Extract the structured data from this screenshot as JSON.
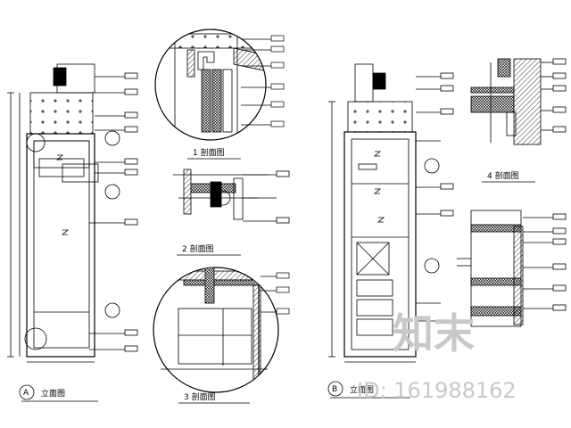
{
  "drawing": {
    "view_a": {
      "number": "A",
      "title": "立面图"
    },
    "view_b": {
      "number": "B",
      "title": "立面图"
    },
    "section_1": {
      "title": "1 剖面图"
    },
    "section_2": {
      "title": "2 剖面图"
    },
    "section_3": {
      "title": "3 剖面图"
    },
    "section_4": {
      "title": "4 剖面图"
    }
  },
  "watermark": {
    "brand": "知末",
    "id_text": "ID: 161988162"
  }
}
